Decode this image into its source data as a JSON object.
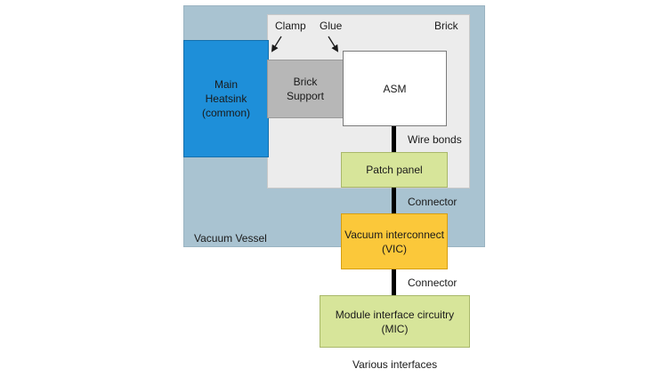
{
  "labels": {
    "clamp": "Clamp",
    "glue": "Glue",
    "brick": "Brick",
    "wire_bonds": "Wire bonds",
    "connector_top": "Connector",
    "connector_bottom": "Connector",
    "vacuum_vessel": "Vacuum Vessel",
    "various_interfaces": "Various interfaces"
  },
  "boxes": {
    "main_heatsink": "Main\nHeatsink\n(common)",
    "brick_support": "Brick\nSupport",
    "asm": "ASM",
    "patch_panel": "Patch panel",
    "vic": "Vacuum interconnect\n(VIC)",
    "mic": "Module interface circuitry\n(MIC)"
  },
  "colors": {
    "vacuum_vessel": "#a9c3d1",
    "brick": "#ececec",
    "heatsink": "#1e8fd9",
    "brick_support": "#b7b7b7",
    "asm": "#ffffff",
    "patch_panel": "#d7e59a",
    "vic": "#fbc83a",
    "mic": "#d7e59a",
    "wire": "#000000"
  }
}
